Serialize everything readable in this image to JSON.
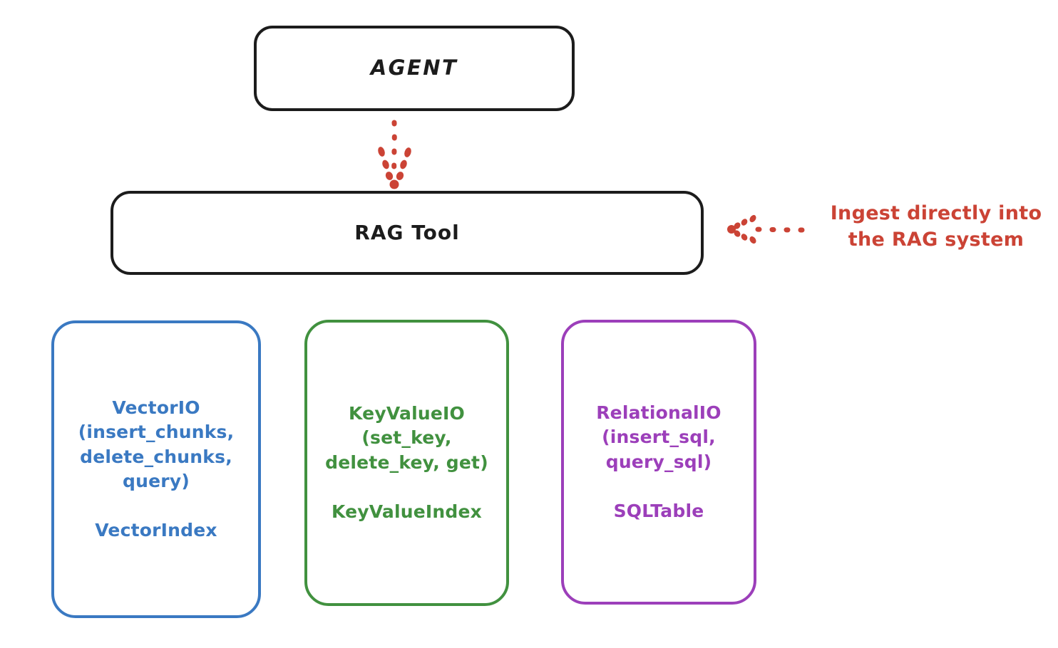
{
  "diagram": {
    "title_nodes": {
      "agent": "AGENT",
      "rag_tool": "RAG Tool"
    },
    "providers": [
      {
        "id": "vectorio",
        "label": "VectorIO\n(insert_chunks,\ndelete_chunks,\nquery)\n\nVectorIndex",
        "api": "VectorIO",
        "methods": "(insert_chunks, delete_chunks, query)",
        "index": "VectorIndex",
        "color": "#3a79c2"
      },
      {
        "id": "keyvalueio",
        "label": "KeyValueIO\n(set_key,\ndelete_key, get)\n\nKeyValueIndex",
        "api": "KeyValueIO",
        "methods": "(set_key, delete_key, get)",
        "index": "KeyValueIndex",
        "color": "#41913f"
      },
      {
        "id": "relationalio",
        "label": "RelationalIO\n(insert_sql,\nquery_sql)\n\nSQLTable",
        "api": "RelationalIO",
        "methods": "(insert_sql, query_sql)",
        "index": "SQLTable",
        "color": "#9c3fba"
      }
    ],
    "annotation": {
      "text": "Ingest directly into\nthe RAG system",
      "color": "#cb4335"
    },
    "arrows": {
      "agent_to_ragtool": "dotted-down-arrow",
      "annotation_to_ragtool": "dotted-left-arrow"
    },
    "colors": {
      "stroke_black": "#1c1c1c",
      "background": "#ffffff",
      "blue": "#3a79c2",
      "green": "#41913f",
      "purple": "#9c3fba",
      "red": "#cb4335"
    }
  }
}
